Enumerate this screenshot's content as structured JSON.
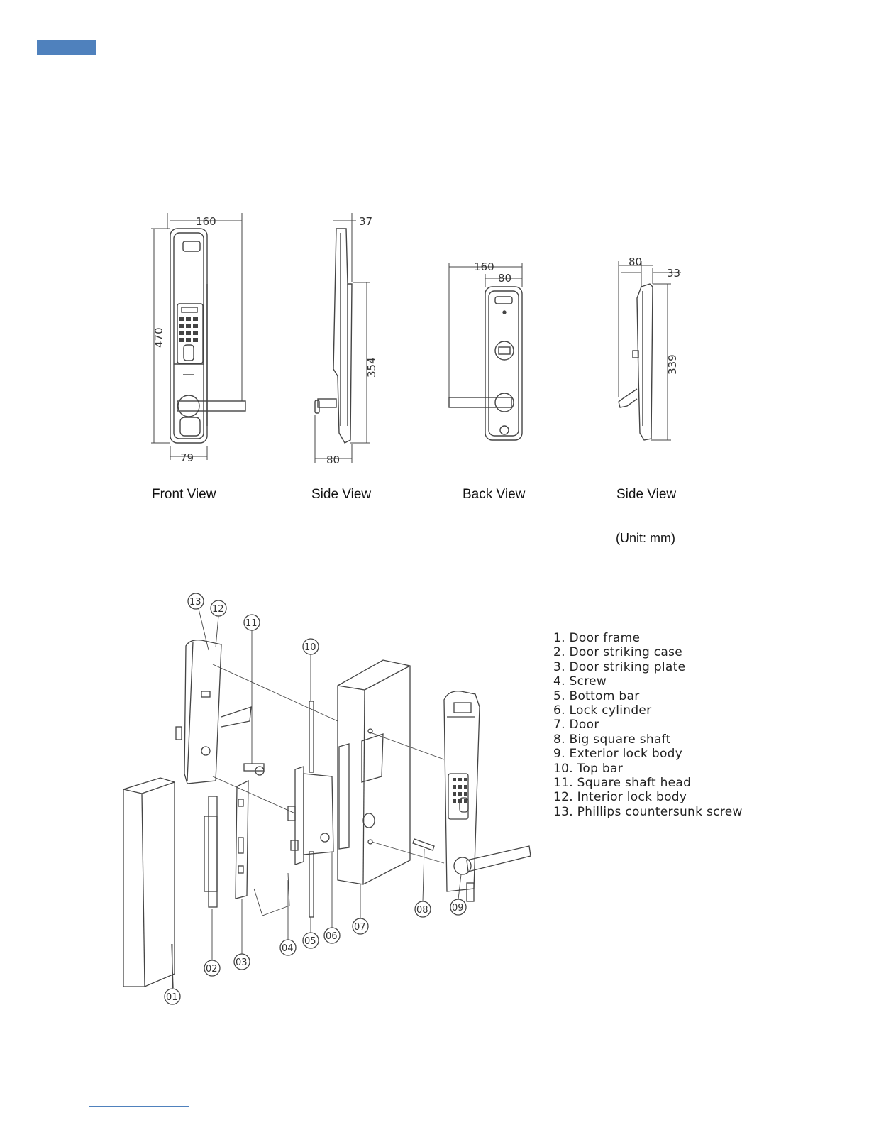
{
  "views": {
    "captions": {
      "front": "Front View",
      "side1": "Side View",
      "back": "Back View",
      "side2": "Side View"
    },
    "unit_note": "(Unit: mm)",
    "dimensions": {
      "front_width": "160",
      "front_height": "470",
      "front_bottom_width": "79",
      "side1_depth": "37",
      "side1_height": "354",
      "side1_bottom": "80",
      "back_width": "160",
      "back_half": "80",
      "side2_top": "80",
      "side2_depth": "33",
      "side2_height": "339"
    }
  },
  "callouts": [
    "01",
    "02",
    "03",
    "04",
    "05",
    "06",
    "07",
    "08",
    "09",
    "10",
    "11",
    "12",
    "13"
  ],
  "parts_list": [
    "1. Door frame",
    "2. Door striking case",
    "3. Door striking plate",
    "4. Screw",
    "5. Bottom bar",
    "6. Lock cylinder",
    "7. Door",
    "8. Big square shaft",
    "9. Exterior lock body",
    "10. Top bar",
    "11. Square shaft head",
    "12. Interior lock body",
    "13. Phillips countersunk screw"
  ]
}
